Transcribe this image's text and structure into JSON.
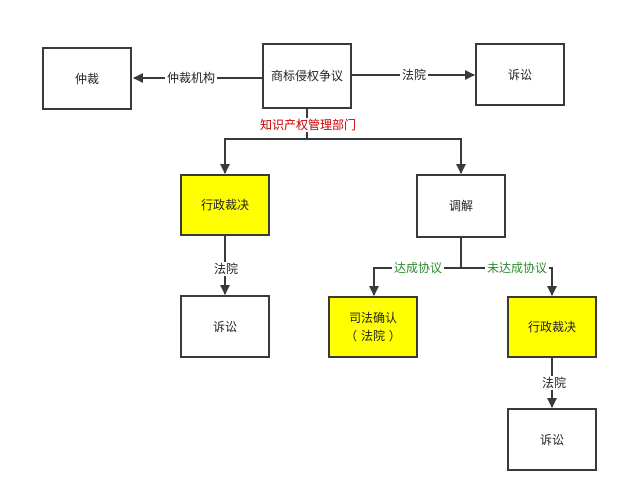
{
  "nodes": {
    "arbitration": "仲裁",
    "dispute": "商标侵权争议",
    "litigation_top": "诉讼",
    "admin_ruling_left": "行政裁决",
    "mediation": "调解",
    "litigation_left": "诉讼",
    "judicial_confirm_line1": "司法确认",
    "judicial_confirm_line2": "（ 法院 ）",
    "admin_ruling_right": "行政裁决",
    "litigation_bottom": "诉讼"
  },
  "edge_labels": {
    "arbitration_body": "仲裁机构",
    "court_top": "法院",
    "ip_department": "知识产权管理部门",
    "court_left": "法院",
    "agreement_reached": "达成协议",
    "agreement_not_reached": "未达成协议",
    "court_bottom": "法院"
  },
  "colors": {
    "highlight": "#ffff00",
    "ip_department_text": "#cc0000",
    "agreement_text": "#2e8b2e",
    "line": "#3a3a3a"
  }
}
